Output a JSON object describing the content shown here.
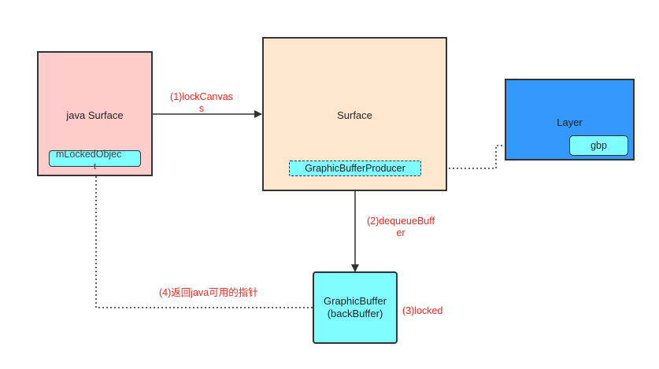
{
  "nodes": {
    "java_surface": {
      "label": "java Surface",
      "color": "#ffcccc"
    },
    "m_locked_object": {
      "label": "mLockedObjec",
      "label_overflow": "t",
      "color": "#7ffcff"
    },
    "surface": {
      "label": "Surface",
      "color": "#ffe6cc"
    },
    "graphic_buffer_producer": {
      "label": "GraphicBufferProducer",
      "color": "#7ffcff"
    },
    "layer": {
      "label": "Layer",
      "color": "#3399ff"
    },
    "gbp": {
      "label": "gbp",
      "color": "#7ffcff"
    },
    "graphic_buffer": {
      "line1": "GraphicBuffer",
      "line2": "(backBuffer)",
      "color": "#7ffcff"
    }
  },
  "edges": {
    "lock_canvas": {
      "line1": "(1)lockCanvas",
      "line2": "s"
    },
    "dequeue_buffer": {
      "line1": "(2)dequeueBuff",
      "line2": "er"
    },
    "locked": {
      "label": "(3)locked"
    },
    "return_pointer": {
      "label": "(4)返回java可用的指针"
    }
  },
  "colors": {
    "annotation": "#e8281e",
    "stroke": "#333333"
  }
}
